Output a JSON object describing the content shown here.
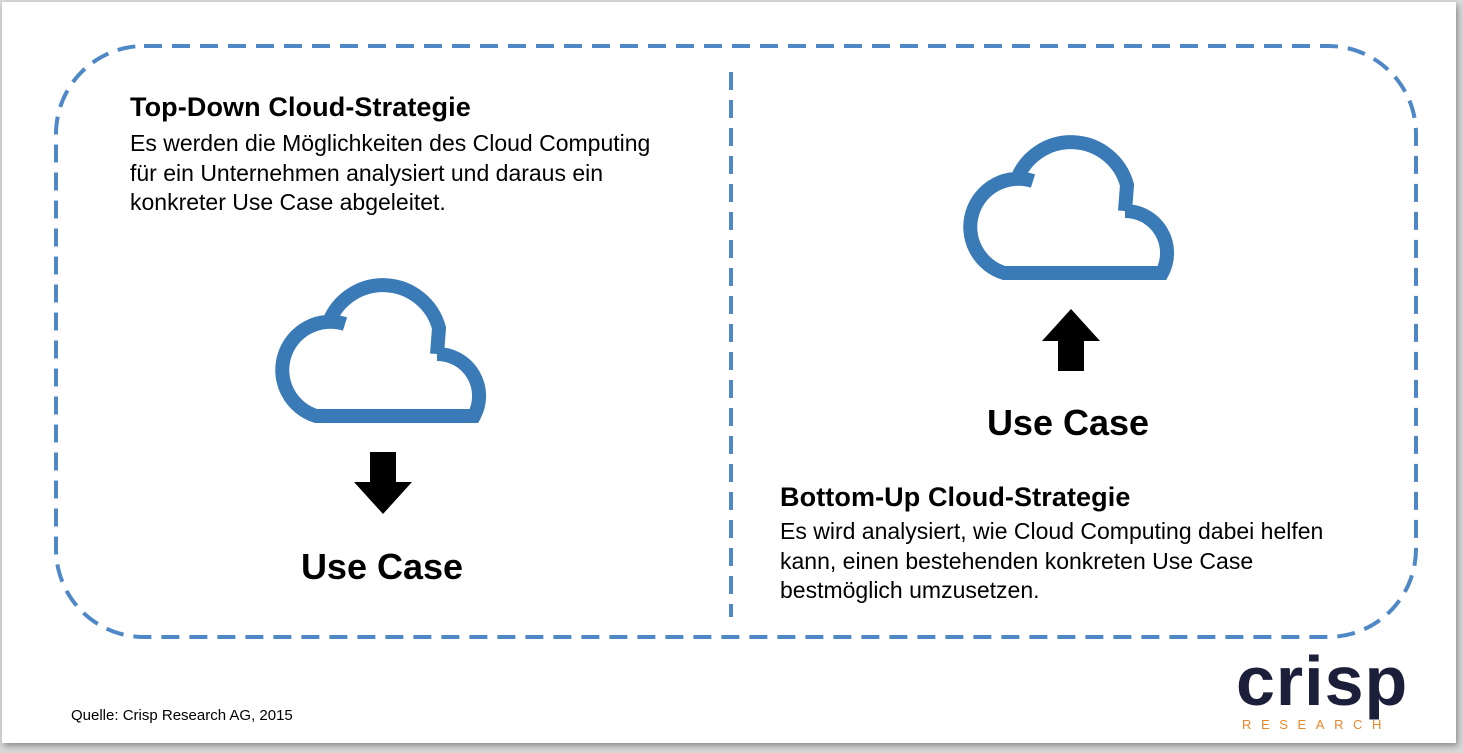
{
  "diagram": {
    "top_down": {
      "title": "Top-Down Cloud-Strategie",
      "description_lines": [
        "Es werden die Möglichkeiten des Cloud Computing",
        "für ein Unternehmen analysiert und daraus ein",
        "konkreter Use Case abgeleitet."
      ],
      "use_case_label": "Use Case",
      "arrow_direction": "down"
    },
    "bottom_up": {
      "title": "Bottom-Up Cloud-Strategie",
      "description_lines": [
        "Es wird analysiert, wie Cloud Computing dabei helfen",
        "kann, einen bestehenden konkreten Use Case",
        "bestmöglich umzusetzen."
      ],
      "use_case_label": "Use Case",
      "arrow_direction": "up"
    }
  },
  "source": "Quelle: Crisp Research AG, 2015",
  "logo": {
    "word": "crisp",
    "subtitle": "RESEARCH"
  },
  "colors": {
    "frame": "#4f88c6",
    "cloud": "#3a7ab7",
    "logo_text": "#1b1f3a",
    "logo_accent": "#e8872a"
  }
}
